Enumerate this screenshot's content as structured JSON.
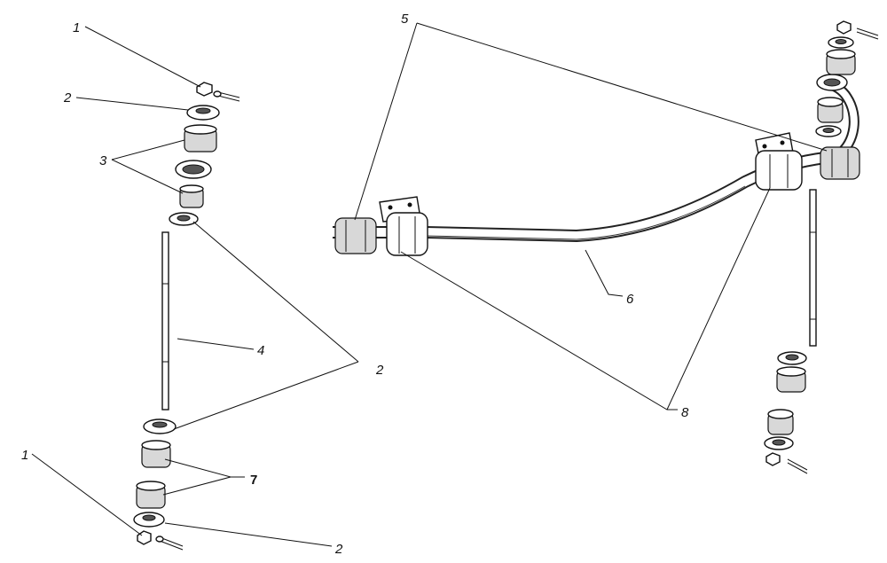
{
  "callouts": {
    "c1_top": "1",
    "c2_top": "2",
    "c3": "3",
    "c5": "5",
    "c6": "6",
    "c4": "4",
    "c2_mid": "2",
    "c8": "8",
    "c7": "7",
    "c1_bottom": "1",
    "c2_bottom": "2"
  }
}
